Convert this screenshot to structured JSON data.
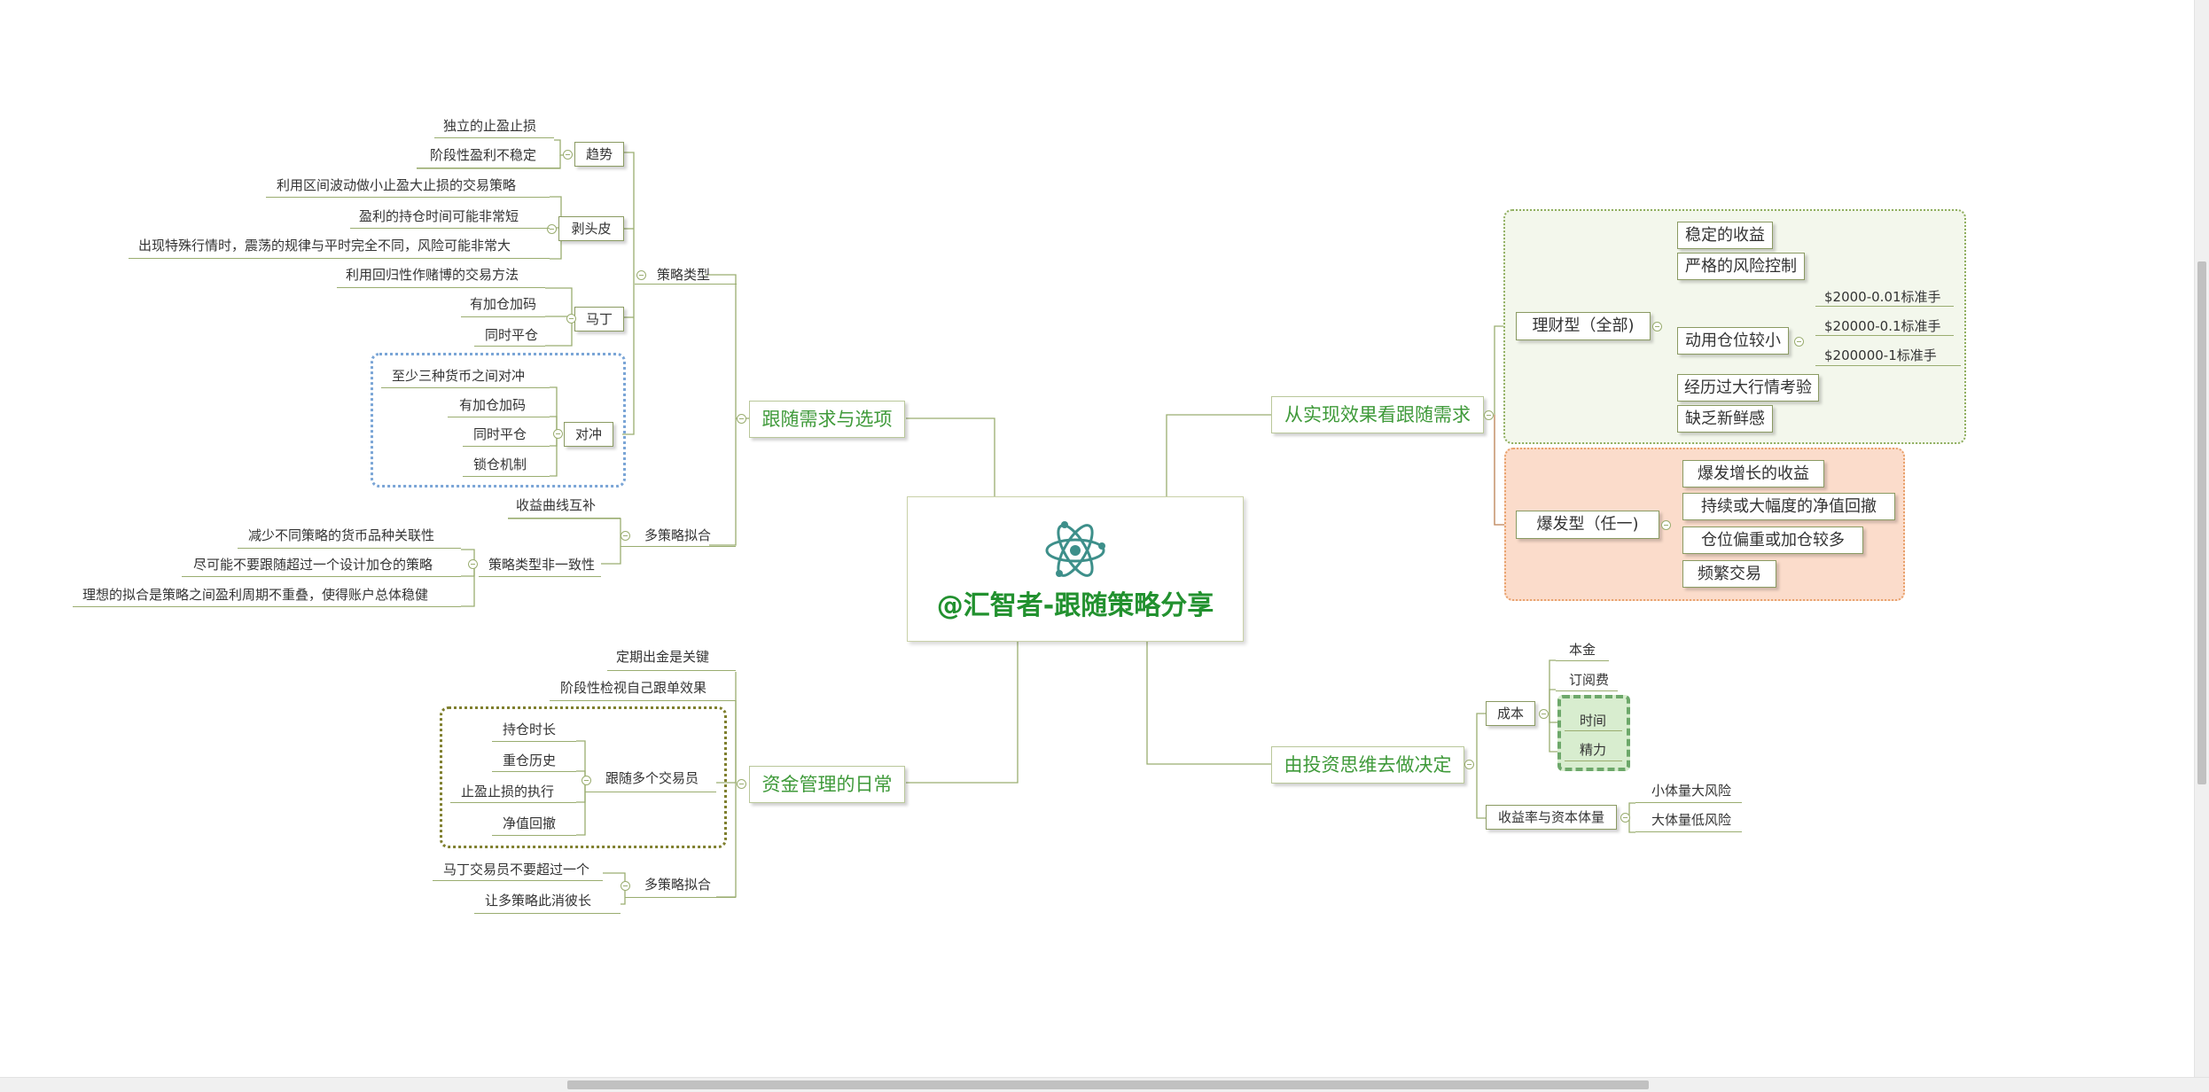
{
  "central": {
    "title": "@汇智者-跟随策略分享",
    "icon": "atom-icon"
  },
  "colors": {
    "accent": "#3f9a3a",
    "central_title": "#22912f",
    "line": "#9aad70",
    "green_frame_bg": "#f3f7ec",
    "green_frame_border": "#8fae5f",
    "orange_frame_bg": "#fbdccb",
    "orange_frame_border": "#e8a06a",
    "blue_frame_border": "#7aa5d6",
    "olive_frame_border": "#7f7f2e"
  },
  "left_top": {
    "title": "跟随需求与选项",
    "strategy_types": {
      "label": "策略类型",
      "trend": {
        "label": "趋势",
        "items": [
          "独立的止盈止损",
          "阶段性盈利不稳定"
        ]
      },
      "scalp": {
        "label": "剥头皮",
        "items": [
          "利用区间波动做小止盈大止损的交易策略",
          "盈利的持仓时间可能非常短",
          "出现特殊行情时，震荡的规律与平时完全不同，风险可能非常大"
        ]
      },
      "martin": {
        "label": "马丁",
        "items": [
          "利用回归性作赌博的交易方法",
          "有加仓加码",
          "同时平仓"
        ]
      },
      "hedge": {
        "label": "对冲",
        "items": [
          "至少三种货币之间对冲",
          "有加仓加码",
          "同时平仓",
          "锁仓机制"
        ]
      }
    },
    "multi_fit": {
      "label": "多策略拟合",
      "item1": "收益曲线互补",
      "inconsistent": {
        "label": "策略类型非一致性",
        "items": [
          "减少不同策略的货币品种关联性",
          "尽可能不要跟随超过一个设计加仓的策略",
          "理想的拟合是策略之间盈利周期不重叠，使得账户总体稳健"
        ]
      }
    }
  },
  "left_bottom": {
    "title": "资金管理的日常",
    "items": [
      "定期出金是关键",
      "阶段性检视自己跟单效果"
    ],
    "follow_multi": {
      "label": "跟随多个交易员",
      "items": [
        "持仓时长",
        "重仓历史",
        "止盈止损的执行",
        "净值回撤"
      ]
    },
    "multi_fit": {
      "label": "多策略拟合",
      "items": [
        "马丁交易员不要超过一个",
        "让多策略此消彼长"
      ]
    }
  },
  "right_top": {
    "title": "从实现效果看跟随需求",
    "wealth": {
      "label": "理财型（全部)",
      "items": [
        "稳定的收益",
        "严格的风险控制",
        "动用仓位较小",
        "经历过大行情考验",
        "缺乏新鲜感"
      ],
      "position_levels": [
        "$2000-0.01标准手",
        "$20000-0.1标准手",
        "$200000-1标准手"
      ]
    },
    "explosive": {
      "label": "爆发型（任一)",
      "items": [
        "爆发增长的收益",
        "持续或大幅度的净值回撤",
        "仓位偏重或加仓较多",
        "频繁交易"
      ]
    }
  },
  "right_bottom": {
    "title": "由投资思维去做决定",
    "cost": {
      "label": "成本",
      "items": [
        "本金",
        "订阅费",
        "时间",
        "精力"
      ]
    },
    "yield": {
      "label": "收益率与资本体量",
      "items": [
        "小体量大风险",
        "大体量低风险"
      ]
    }
  }
}
